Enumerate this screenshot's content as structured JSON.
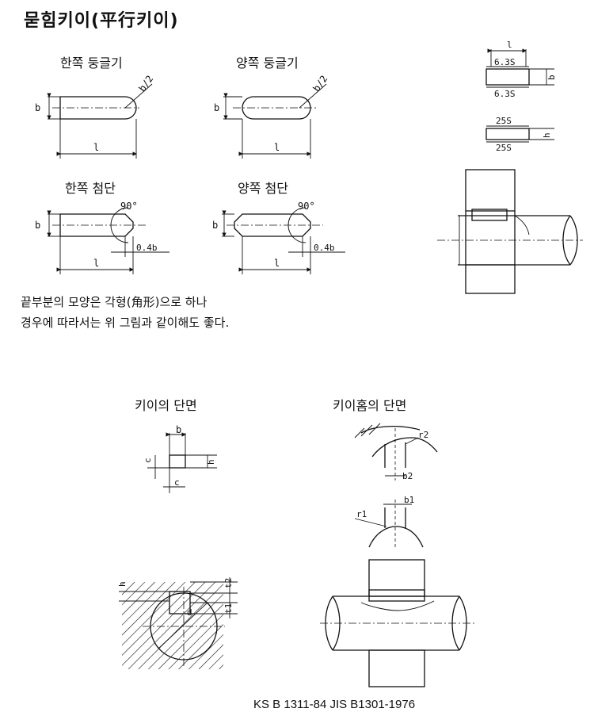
{
  "title": "묻힘키이(平行키이)",
  "captions": {
    "one_round": "한쪽 둥글기",
    "both_round": "양쪽 둥글기",
    "one_chamfer": "한쪽 첨단",
    "both_chamfer": "양쪽 첨단",
    "key_section": "키이의 단면",
    "keyway_section": "키이홈의 단면"
  },
  "note": {
    "line1": "끝부분의 모양은 각형(角形)으로 하나",
    "line2": "경우에 따라서는 위 그림과 같이해도 좋다."
  },
  "labels": {
    "b": "b",
    "h": "h",
    "l": "l",
    "c": "c",
    "b_half": "b/2",
    "angle": "90°",
    "chamfer": "0.4b",
    "rough1": "6.3S",
    "rough2": "25S",
    "r1": "r1",
    "r2": "r2",
    "b1": "b1",
    "b2": "b2",
    "t1": "t1",
    "t2": "t2",
    "d": "d"
  },
  "standard": "KS B 1311-84   JIS B1301-1976"
}
